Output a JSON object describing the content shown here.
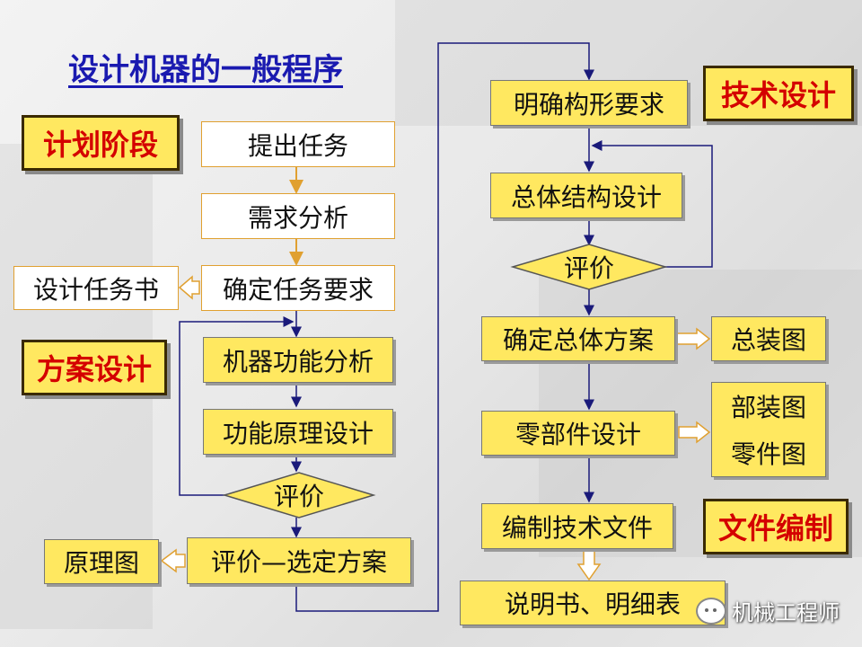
{
  "title": "设计机器的一般程序",
  "stages": {
    "plan": "计划阶段",
    "scheme": "方案设计",
    "tech": "技术设计",
    "docs": "文件编制"
  },
  "left_flow": {
    "propose_task": "提出任务",
    "needs_analysis": "需求分析",
    "define_requirements": "确定任务要求",
    "function_analysis": "机器功能分析",
    "principle_design": "功能原理设计",
    "evaluate": "评价",
    "select_scheme": "评价—选定方案"
  },
  "left_outputs": {
    "task_book": "设计任务书",
    "schematic": "原理图"
  },
  "right_flow": {
    "define_form": "明确构形要求",
    "overall_structure": "总体结构设计",
    "evaluate": "评价",
    "overall_scheme": "确定总体方案",
    "parts_design": "零部件设计",
    "tech_docs": "编制技术文件",
    "manual": "说明书、明细表"
  },
  "right_outputs": {
    "assembly_drawing": "总装图",
    "subassembly_drawing": "部装图",
    "part_drawing": "零件图"
  },
  "watermark": "机械工程师"
}
